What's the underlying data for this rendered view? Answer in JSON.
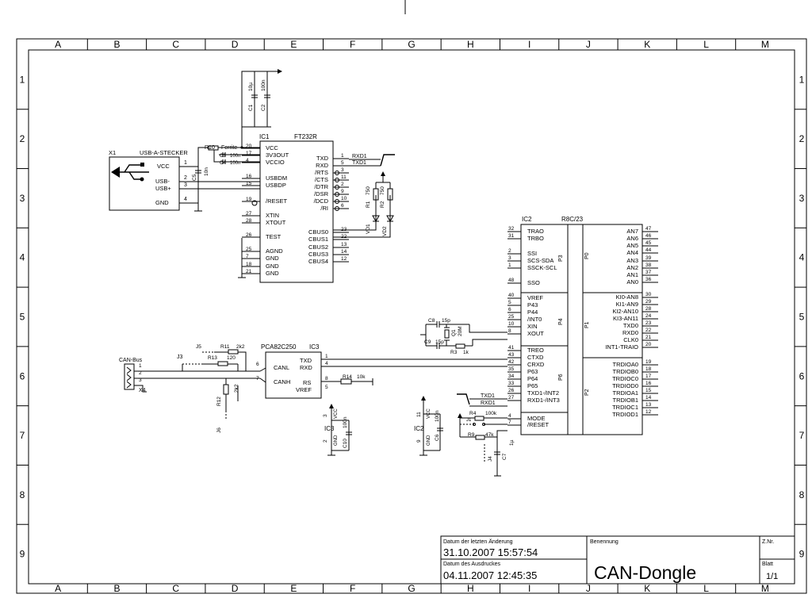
{
  "frame": {
    "columns": [
      "A",
      "B",
      "C",
      "D",
      "E",
      "F",
      "G",
      "H",
      "I",
      "J",
      "K",
      "L",
      "M"
    ],
    "rows": [
      "1",
      "2",
      "3",
      "4",
      "5",
      "6",
      "7",
      "8",
      "9"
    ]
  },
  "title_block": {
    "date_changed_label": "Datum der letzten Änderung",
    "date_changed": "31.10.2007 15:57:54",
    "date_printed_label": "Datum des Ausdruckes",
    "date_printed": "04.11.2007 12:45:35",
    "name_label": "Benennung",
    "name": "CAN-Dongle",
    "znr_label": "Z.Nr.",
    "sheet_label": "Blatt",
    "sheet": "1/1"
  },
  "components": {
    "x1": {
      "ref": "X1",
      "name": "USB-A-STECKER",
      "pins": [
        "VCC",
        "USB-",
        "USB+",
        "GND"
      ],
      "nums": [
        "1",
        "2",
        "3",
        "4"
      ]
    },
    "ic1": {
      "ref": "IC1",
      "part": "FT232R",
      "left_pins": [
        {
          "num": "20",
          "name": "VCC"
        },
        {
          "num": "17",
          "name": "3V3OUT"
        },
        {
          "num": "4",
          "name": "VCCIO"
        },
        {
          "num": "16",
          "name": "USBDM"
        },
        {
          "num": "15",
          "name": "USBDP"
        },
        {
          "num": "19",
          "name": "/RESET"
        },
        {
          "num": "27",
          "name": "XTIN"
        },
        {
          "num": "28",
          "name": "XTOUT"
        },
        {
          "num": "26",
          "name": "TEST"
        },
        {
          "num": "25",
          "name": "AGND"
        },
        {
          "num": "7",
          "name": "GND"
        },
        {
          "num": "18",
          "name": "GND"
        },
        {
          "num": "21",
          "name": "GND"
        }
      ],
      "right_pins": [
        {
          "num": "1",
          "name": "TXD"
        },
        {
          "num": "5",
          "name": "RXD"
        },
        {
          "num": "3",
          "name": "/RTS"
        },
        {
          "num": "11",
          "name": "/CTS"
        },
        {
          "num": "2",
          "name": "/DTR"
        },
        {
          "num": "9",
          "name": "/DSR"
        },
        {
          "num": "10",
          "name": "/DCD"
        },
        {
          "num": "6",
          "name": "/RI"
        },
        {
          "num": "23",
          "name": "CBUS0"
        },
        {
          "num": "22",
          "name": "CBUS1"
        },
        {
          "num": "13",
          "name": "CBUS2"
        },
        {
          "num": "14",
          "name": "CBUS3"
        },
        {
          "num": "12",
          "name": "CBUS4"
        }
      ]
    },
    "ic2": {
      "ref": "IC2",
      "part": "R8C/23",
      "left_pins": [
        {
          "num": "32",
          "name": "TRAO"
        },
        {
          "num": "31",
          "name": "TRBO"
        },
        {
          "num": "2",
          "name": "SSI"
        },
        {
          "num": "3",
          "name": "SCS-SDA"
        },
        {
          "num": "1",
          "name": "SSCK-SCL"
        },
        {
          "num": "48",
          "name": "SSO"
        },
        {
          "num": "40",
          "name": "VREF"
        },
        {
          "num": "5",
          "name": "P43"
        },
        {
          "num": "6",
          "name": "P44"
        },
        {
          "num": "25",
          "name": "/INT0"
        },
        {
          "num": "10",
          "name": "XIN"
        },
        {
          "num": "8",
          "name": "XOUT"
        },
        {
          "num": "41",
          "name": "TREO"
        },
        {
          "num": "43",
          "name": "CTXD"
        },
        {
          "num": "42",
          "name": "CRXD"
        },
        {
          "num": "35",
          "name": "P63"
        },
        {
          "num": "34",
          "name": "P64"
        },
        {
          "num": "33",
          "name": "P65"
        },
        {
          "num": "26",
          "name": "TXD1-/INT2"
        },
        {
          "num": "27",
          "name": "RXD1-/INT3"
        },
        {
          "num": "4",
          "name": "MODE"
        },
        {
          "num": "7",
          "name": "/RESET"
        }
      ],
      "right_pins": [
        {
          "num": "47",
          "name": "AN7"
        },
        {
          "num": "46",
          "name": "AN6"
        },
        {
          "num": "45",
          "name": "AN5"
        },
        {
          "num": "44",
          "name": "AN4"
        },
        {
          "num": "39",
          "name": "AN3"
        },
        {
          "num": "38",
          "name": "AN2"
        },
        {
          "num": "37",
          "name": "AN1"
        },
        {
          "num": "36",
          "name": "AN0"
        },
        {
          "num": "30",
          "name": "KI0-AN8"
        },
        {
          "num": "29",
          "name": "KI1-AN9"
        },
        {
          "num": "28",
          "name": "KI2-AN10"
        },
        {
          "num": "24",
          "name": "KI3-AN11"
        },
        {
          "num": "23",
          "name": "TXD0"
        },
        {
          "num": "22",
          "name": "RXD0"
        },
        {
          "num": "21",
          "name": "CLK0"
        },
        {
          "num": "20",
          "name": "INT1-TRAIO"
        },
        {
          "num": "19",
          "name": "TRDIOA0"
        },
        {
          "num": "18",
          "name": "TRDIOB0"
        },
        {
          "num": "17",
          "name": "TRDIOC0"
        },
        {
          "num": "16",
          "name": "TRDIOD0"
        },
        {
          "num": "15",
          "name": "TRDIOA1"
        },
        {
          "num": "14",
          "name": "TRDIOB1"
        },
        {
          "num": "13",
          "name": "TRDIOC1"
        },
        {
          "num": "12",
          "name": "TRDIOD1"
        }
      ],
      "ports": [
        "P3",
        "P4",
        "P6",
        "P0",
        "P1",
        "P2"
      ]
    },
    "ic3": {
      "ref": "IC3",
      "part": "PCA82C250",
      "pins": [
        {
          "num": "1",
          "name": "TXD"
        },
        {
          "num": "4",
          "name": "RXD"
        },
        {
          "num": "6",
          "name": "CANL"
        },
        {
          "num": "7",
          "name": "CANH"
        },
        {
          "num": "8",
          "name": "RS"
        },
        {
          "num": "5",
          "name": "VREF"
        }
      ]
    },
    "passives": {
      "c1": "C1",
      "c1v": "10µ",
      "c2": "C2",
      "c2v": "100n",
      "c3": "C3",
      "c3v": "100n",
      "c4": "C4",
      "c4v": "100n",
      "c5": "C5",
      "c5v": "10n",
      "r10": "R10",
      "r10v": "Ferrite",
      "r1": "R1",
      "r1v": "750",
      "r2": "R2",
      "r2v": "750",
      "vd1": "VD1",
      "vd2": "VD2",
      "c8": "C8",
      "c8v": "15p",
      "c9": "C9",
      "c9v": "15p",
      "q1": "Q1",
      "q1v": "20M",
      "r3": "R3",
      "r3v": "1k",
      "r4": "R4",
      "r4v": "100k",
      "r9": "R9",
      "r9v": "47k",
      "c7": "C7",
      "c7v": "1µ",
      "j4": "J4",
      "j1": "J1",
      "r11": "R11",
      "r11v": "2k2",
      "r13": "R13",
      "r13v": "120",
      "r12": "R12",
      "r12v": "2k2",
      "r14": "R14",
      "r14v": "10k",
      "j5": "J5",
      "j3": "J3",
      "j6": "J6",
      "x4": "X4",
      "canbus": "CAN-Bus",
      "c10": "C10",
      "c10v": "100n",
      "c6": "C6",
      "c6v": "100n"
    },
    "power": {
      "ic3_ref": "IC3",
      "ic3_vcc_num": "3",
      "ic3_gnd_num": "2",
      "ic2_ref": "IC2",
      "ic2_vcc_num": "11",
      "ic2_gnd_num": "9",
      "vcc": "VCC",
      "gnd": "GND"
    },
    "nets": {
      "rxd1": "RXD1",
      "txd1": "TXD1"
    }
  }
}
